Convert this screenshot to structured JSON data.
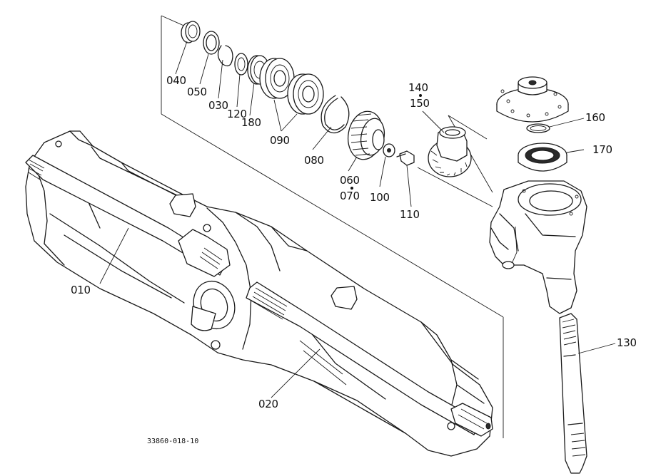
{
  "diagram": {
    "drawing_number": "33860-018-10",
    "part_labels": {
      "p010": "010",
      "p020": "020",
      "p030": "030",
      "p040": "040",
      "p050": "050",
      "p060": "060",
      "p070": "070",
      "p080": "080",
      "p090": "090",
      "p100": "100",
      "p110": "110",
      "p120": "120",
      "p130": "130",
      "p140": "140",
      "p150": "150",
      "p160": "160",
      "p170": "170",
      "p180": "180"
    }
  }
}
